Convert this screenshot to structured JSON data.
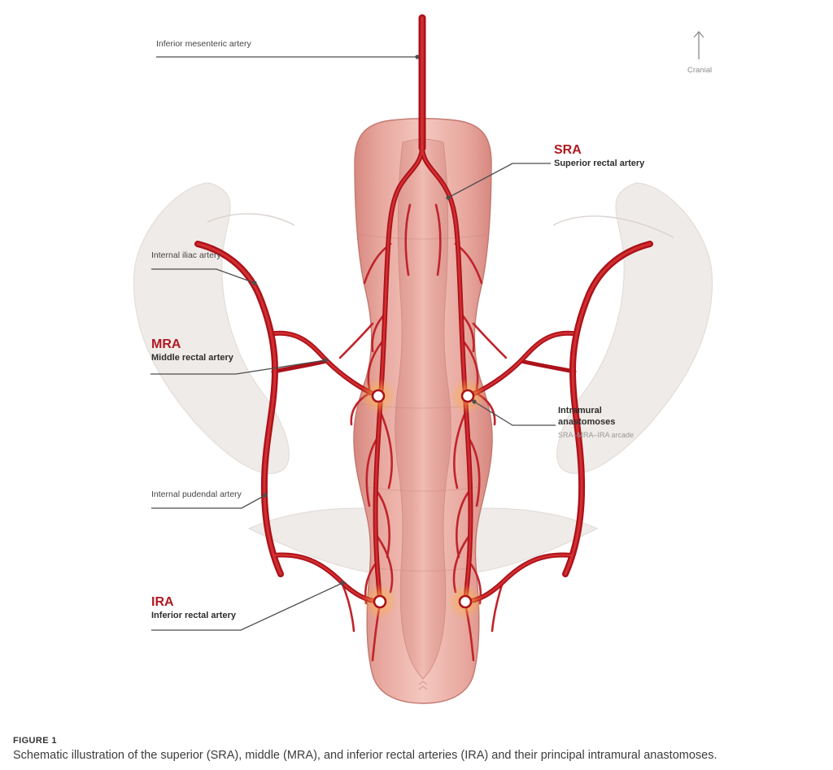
{
  "figure": {
    "labels": {
      "ima": "Inferior mesenteric artery",
      "sra_abbr": "SRA",
      "sra_name": "Superior rectal artery",
      "internal_iliac": "Internal iliac artery",
      "mra_abbr": "MRA",
      "mra_name": "Middle rectal artery",
      "internal_pudendal": "Internal pudendal artery",
      "ira_abbr": "IRA",
      "ira_name": "Inferior rectal artery"
    },
    "anastomoses": {
      "lines": [
        "Intramural",
        "anastomoses"
      ],
      "sub": "SRA–MRA–IRA arcade"
    },
    "orientation": {
      "icon": "arrow-up-icon",
      "label": "Cranial"
    },
    "colors": {
      "artery": "#ab121b",
      "artery_highlight": "#d93434",
      "artery_branch": "#c0242b",
      "pelvis": "#efebe8",
      "label_accent": "#b01a22",
      "label_text": "#2d2d2d",
      "leader": "#4d4d4d"
    }
  },
  "caption": {
    "label": "FIGURE 1",
    "text": "Schematic illustration of the superior (SRA), middle (MRA), and inferior rectal arteries (IRA) and their principal intramural anastomoses."
  }
}
